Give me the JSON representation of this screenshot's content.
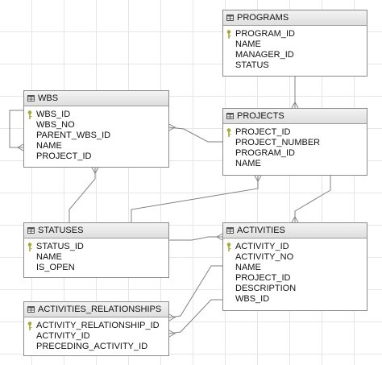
{
  "diagram": {
    "colors": {
      "grid": "#e6e6e6",
      "border": "#8a8a8a",
      "connector": "#808080",
      "header_top": "#f3f3f3",
      "header_bottom": "#dedede",
      "key": "#a8a838"
    },
    "entities": {
      "programs": {
        "title": "PROGRAMS",
        "fields": [
          {
            "name": "PROGRAM_ID",
            "primary_key": true
          },
          {
            "name": "NAME"
          },
          {
            "name": "MANAGER_ID"
          },
          {
            "name": "STATUS"
          }
        ]
      },
      "wbs": {
        "title": "WBS",
        "fields": [
          {
            "name": "WBS_ID",
            "primary_key": true
          },
          {
            "name": "WBS_NO"
          },
          {
            "name": "PARENT_WBS_ID"
          },
          {
            "name": "NAME"
          },
          {
            "name": "PROJECT_ID"
          }
        ]
      },
      "projects": {
        "title": "PROJECTS",
        "fields": [
          {
            "name": "PROJECT_ID",
            "primary_key": true
          },
          {
            "name": "PROJECT_NUMBER"
          },
          {
            "name": "PROGRAM_ID"
          },
          {
            "name": "NAME"
          }
        ]
      },
      "statuses": {
        "title": "STATUSES",
        "fields": [
          {
            "name": "STATUS_ID",
            "primary_key": true
          },
          {
            "name": "NAME"
          },
          {
            "name": "IS_OPEN"
          }
        ]
      },
      "activities": {
        "title": "ACTIVITIES",
        "fields": [
          {
            "name": "ACTIVITY_ID",
            "primary_key": true
          },
          {
            "name": "ACTIVITY_NO"
          },
          {
            "name": "NAME"
          },
          {
            "name": "PROJECT_ID"
          },
          {
            "name": "DESCRIPTION"
          },
          {
            "name": "WBS_ID"
          }
        ]
      },
      "activities_relationships": {
        "title": "ACTIVITIES_RELATIONSHIPS",
        "fields": [
          {
            "name": "ACTIVITY_RELATIONSHIP_ID",
            "primary_key": true
          },
          {
            "name": "ACTIVITY_ID"
          },
          {
            "name": "PRECEDING_ACTIVITY_ID"
          }
        ]
      }
    }
  }
}
